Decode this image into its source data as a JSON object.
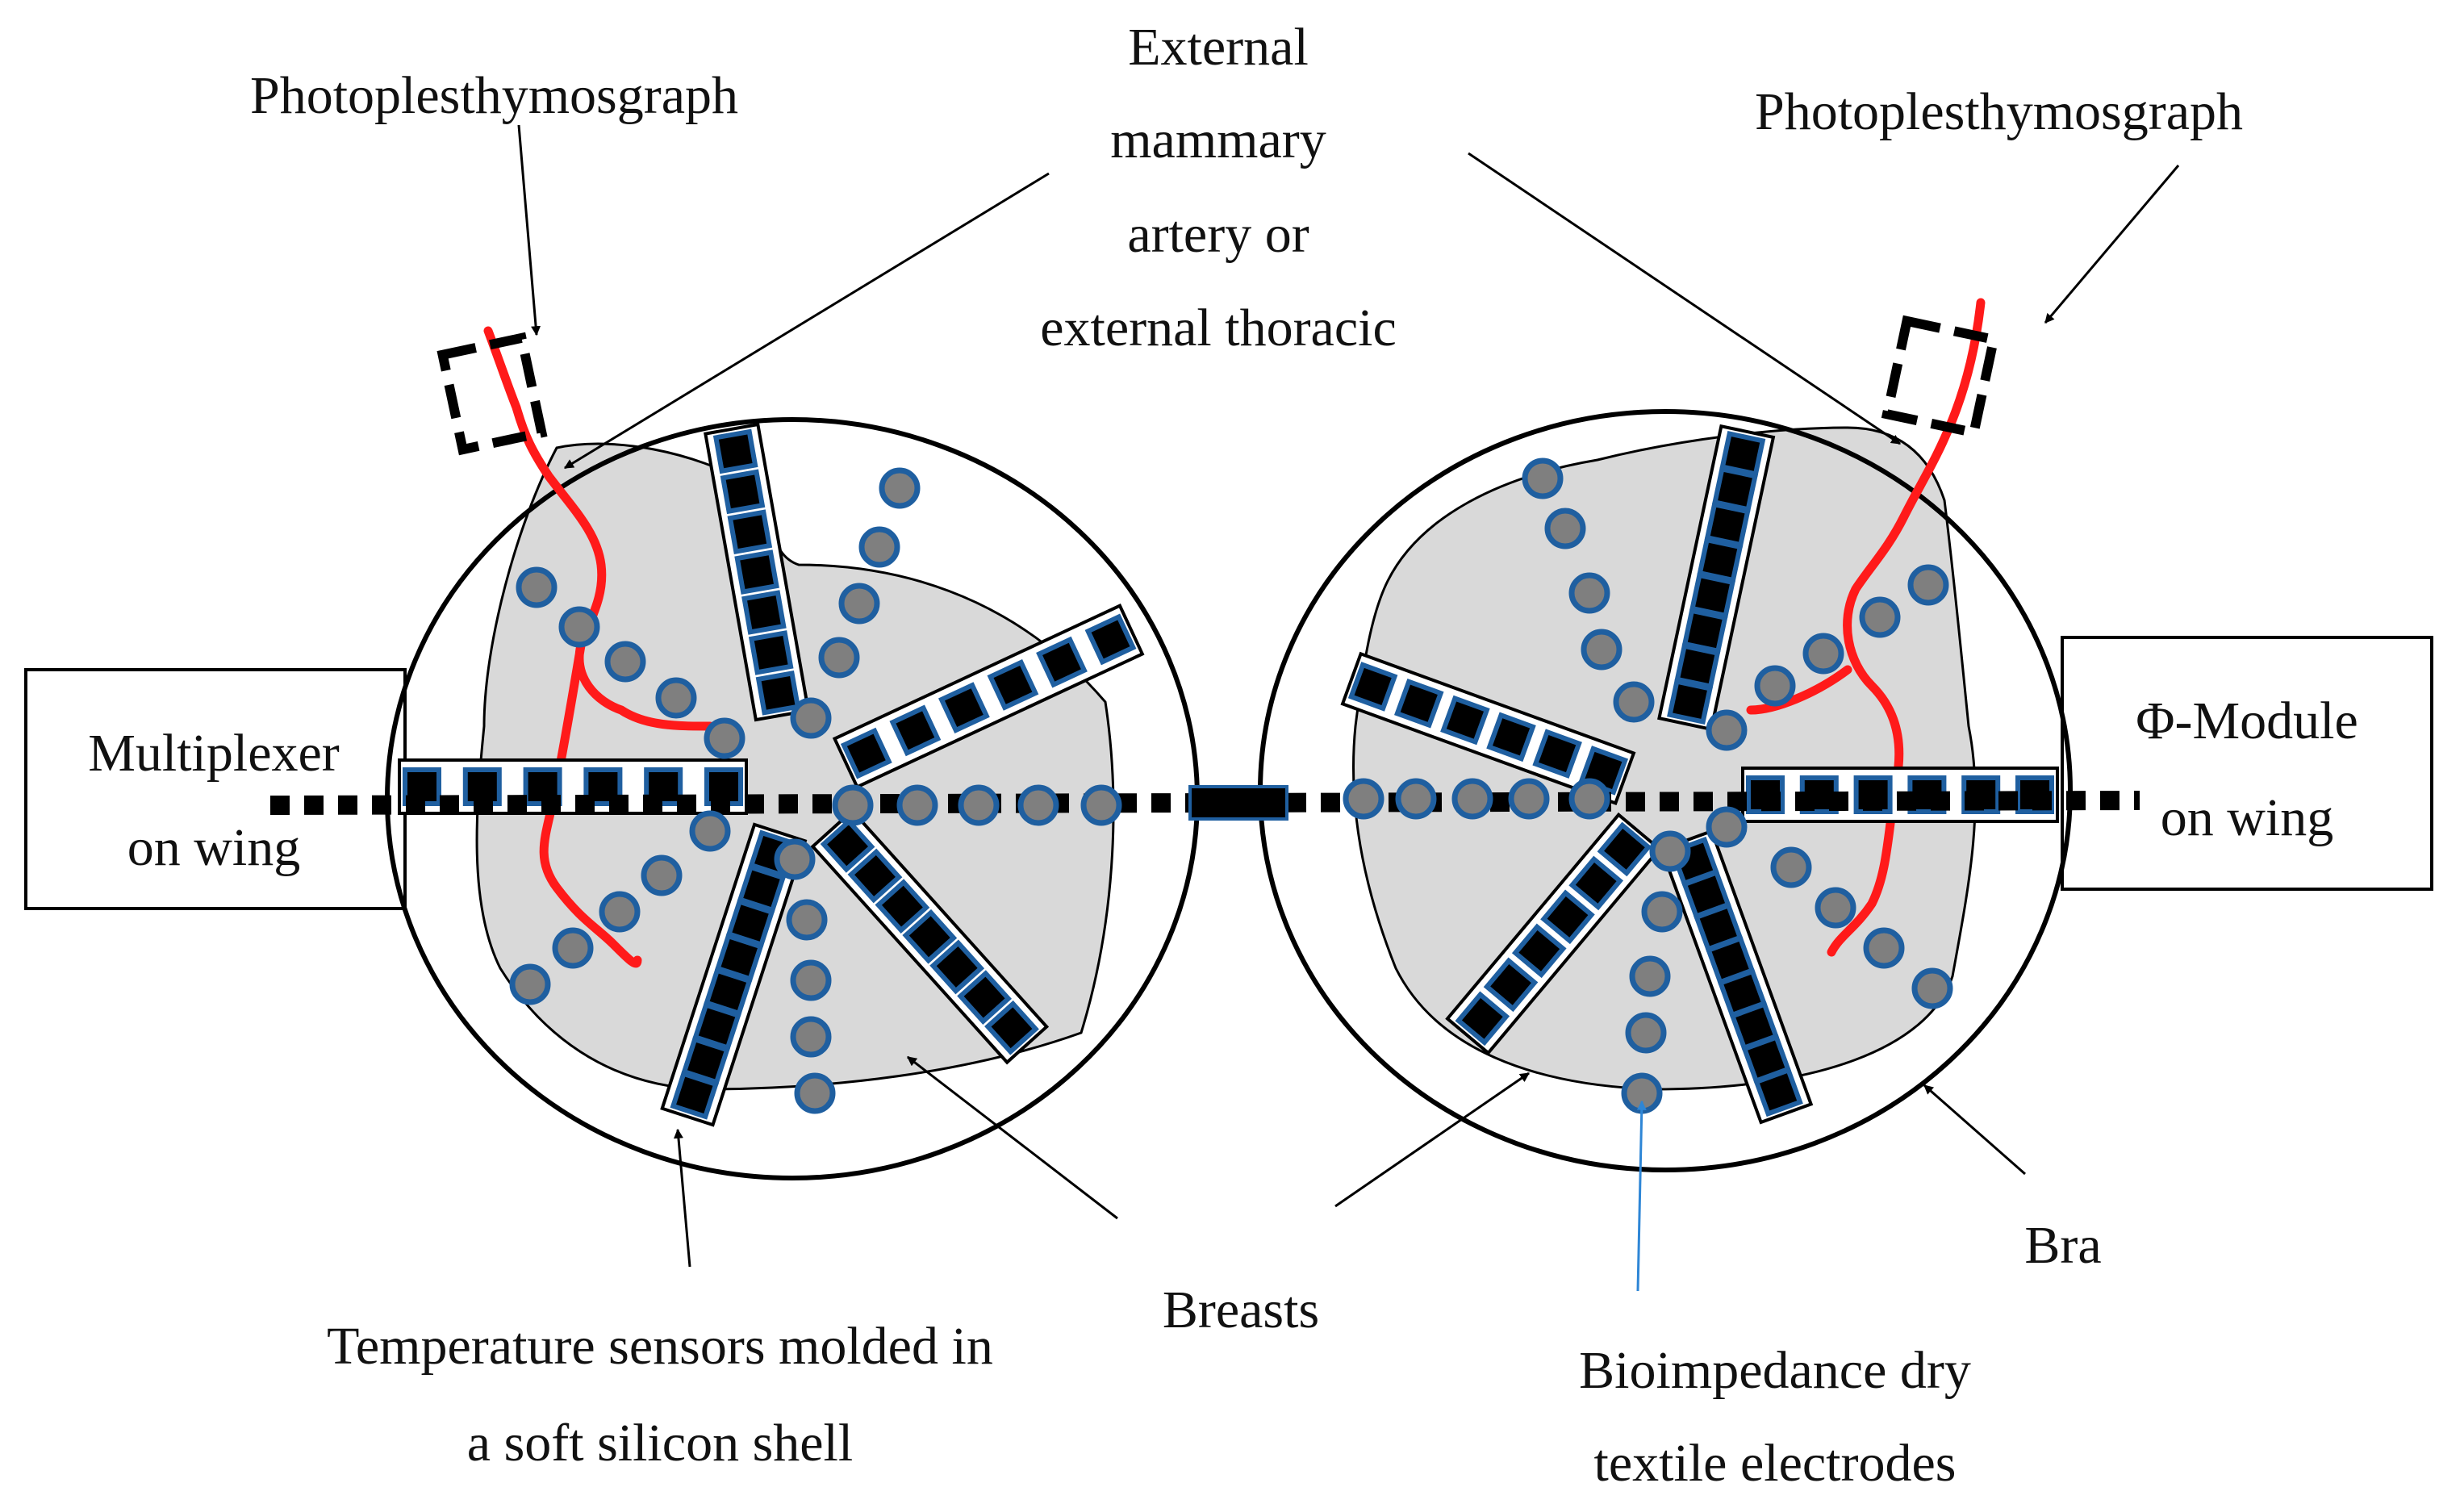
{
  "labels": {
    "photo_left": "Photoplesthymosgraph",
    "photo_right": "Photoplesthymosgraph",
    "artery_line1": "External",
    "artery_line2": "mammary",
    "artery_line3": "artery or",
    "artery_line4": "external thoracic",
    "multiplexer_line1": "Multiplexer",
    "multiplexer_line2": "on wing",
    "phi_line1": "Φ-Module",
    "phi_line2": "on wing",
    "temp_line1": "Temperature sensors molded in",
    "temp_line2": "a soft silicon shell",
    "breasts": "Breasts",
    "bio_line1": "Bioimpedance dry",
    "bio_line2": "textile electrodes",
    "bra": "Bra"
  },
  "icons": {
    "temperature_sensor": "square-sensor-icon",
    "electrode": "circle-electrode-icon"
  },
  "colors": {
    "artery": "#ff1a1a",
    "electrode_fill": "#7f7f7f",
    "electrode_stroke": "#1f5fa0",
    "sensor_fill": "#000000",
    "sensor_stroke": "#1f5fa0",
    "tissue": "#d9d9d9",
    "bio_arrow": "#2e86d6"
  }
}
